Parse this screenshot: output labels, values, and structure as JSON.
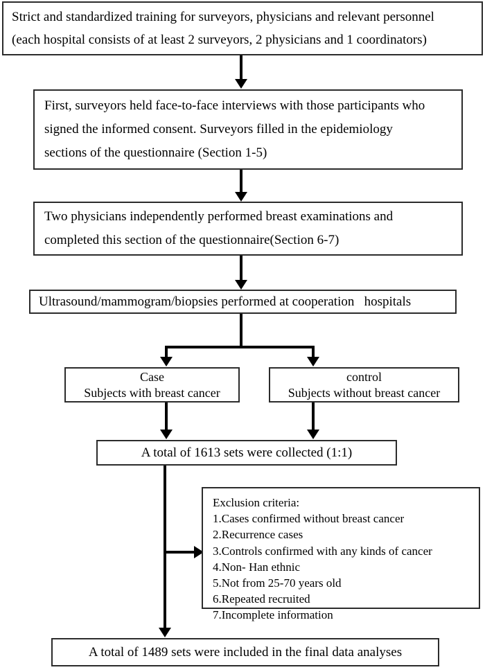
{
  "diagram": {
    "title": "Study enrollment flowchart",
    "ink_color": "#000000",
    "border_color": "#2b2b2b",
    "background": "#ffffff",
    "nodes": {
      "training": {
        "lines": [
          "Strict and standardized training for surveyors, physicians and relevant personnel",
          "(each hospital consists of at least 2 surveyors, 2 physicians and 1 coordinators)"
        ]
      },
      "interviews": {
        "lines": [
          "First, surveyors held face-to-face interviews with those participants who",
          "signed the informed consent. Surveyors filled in the epidemiology",
          "sections of the questionnaire (Section 1-5)"
        ]
      },
      "physicians": {
        "lines": [
          "Two physicians independently performed breast examinations and",
          "completed this section of the questionnaire(Section 6-7)"
        ]
      },
      "imaging": {
        "lines": [
          "Ultrasound/mammogram/biopsies performed at cooperation   hospitals"
        ]
      },
      "case": {
        "lines": [
          "Case",
          "Subjects with breast cancer"
        ]
      },
      "control": {
        "lines": [
          "control",
          "Subjects without breast cancer"
        ]
      },
      "collected": {
        "lines": [
          "A total of 1613 sets were collected (1:1)"
        ]
      },
      "exclusion": {
        "heading": "Exclusion criteria:",
        "lines": [
          "Exclusion criteria:",
          "1.Cases confirmed without breast cancer",
          "2.Recurrence cases",
          "3.Controls confirmed with any kinds of cancer",
          "4.Non- Han ethnic",
          "5.Not from 25-70 years old",
          "6.Repeated recruited",
          "7.Incomplete information"
        ]
      },
      "final": {
        "lines": [
          "A total of 1489 sets were included in the final data analyses"
        ]
      }
    },
    "values": {
      "collected_sets": 1613,
      "collected_ratio": "1:1",
      "final_sets": 1489,
      "exclusion_criteria_count": 7,
      "min_surveyors_per_hospital": 2,
      "min_physicians_per_hospital": 2,
      "min_coordinators_per_hospital": 1,
      "epidemiology_sections": "1-5",
      "breast_exam_sections": "6-7",
      "age_range": "25-70"
    }
  }
}
